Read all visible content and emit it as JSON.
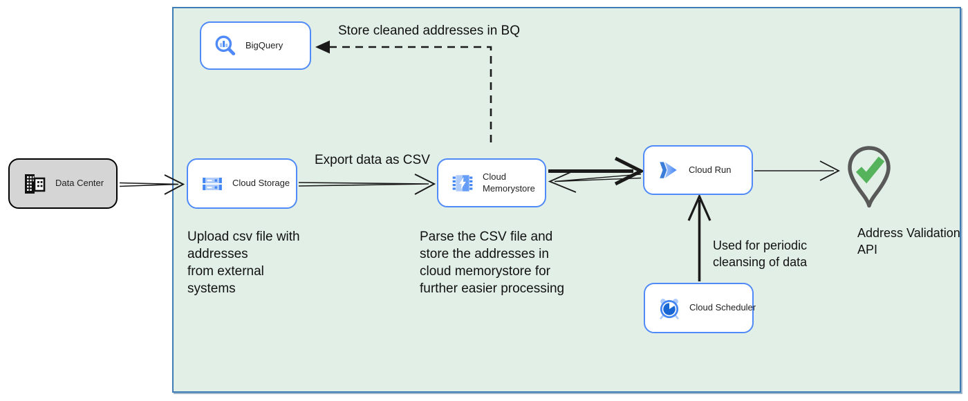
{
  "diagram": {
    "nodes": {
      "data_center": {
        "label": "Data Center",
        "icon": "building-icon"
      },
      "bigquery": {
        "label": "BigQuery",
        "icon": "bigquery-magnifier-icon"
      },
      "cloud_storage": {
        "label": "Cloud Storage",
        "icon": "storage-buckets-icon"
      },
      "cloud_memorystore": {
        "label": "Cloud Memorystore",
        "icon": "memorystore-chip-icon"
      },
      "cloud_run": {
        "label": "Cloud Run",
        "icon": "cloud-run-icon"
      },
      "cloud_scheduler": {
        "label": "Cloud Scheduler",
        "icon": "alarm-clock-icon"
      }
    },
    "annotations": {
      "store_bq": "Store cleaned addresses in BQ",
      "export_csv": "Export data as CSV",
      "upload_note": "Upload csv file with\naddresses\nfrom external\nsystems",
      "parse_note": "Parse the CSV file and\nstore the addresses in\ncloud  memorystore for\nfurther easier processing",
      "scheduler_note": "Used for periodic\ncleansing of data",
      "address_api_label": "Address Validation\nAPI"
    },
    "colors": {
      "container_fill": "#e1efe6",
      "container_border": "#3f7cb6",
      "node_border": "#4f8af8",
      "node_fill": "#ffffff",
      "datacenter_fill": "#d5d5d5",
      "icon_blue": "#4285f4",
      "icon_dark_blue": "#1967d2",
      "icon_light_blue": "#aecbfa",
      "check_green": "#55b35b",
      "pin_outline": "#595959",
      "arrow_color": "#1a1a1a"
    }
  }
}
